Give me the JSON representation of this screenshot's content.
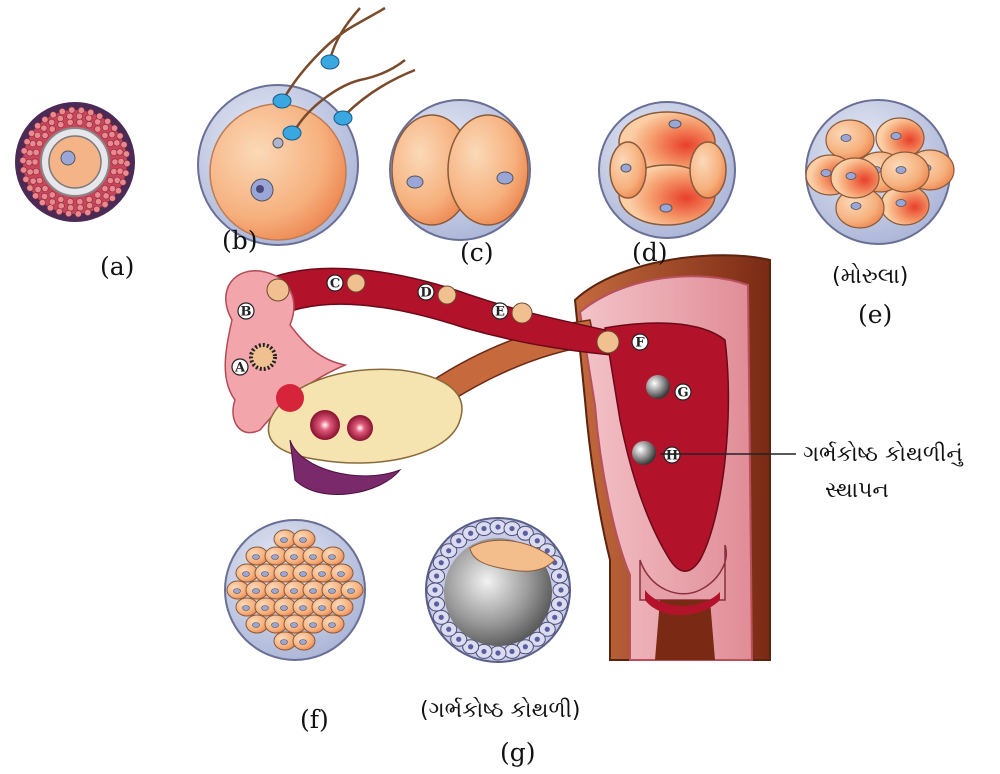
{
  "labels": {
    "a": "(a)",
    "b": "(b)",
    "c": "(c)",
    "d": "(d)",
    "e": "(e)",
    "e_name": "(મોરુલા)",
    "f": "(f)",
    "g": "(g)",
    "g_name": "(ગર્ભકોષ્ઠ કોથળી)",
    "implant_line1": "ગર્ભકોષ્ઠ કોથળીનું",
    "implant_line2": "સ્થાપન"
  },
  "markers": [
    "A",
    "B",
    "C",
    "D",
    "E",
    "F",
    "G",
    "H"
  ],
  "colors": {
    "uterus_red": "#b3122b",
    "uterus_wall_pink": "#f2b9c0",
    "oviduct_pink": "#f4a9ae",
    "cell_orange": "#f7b98a",
    "zona_blue": "#c9d0e8",
    "outer_brown": "#a0462a"
  }
}
